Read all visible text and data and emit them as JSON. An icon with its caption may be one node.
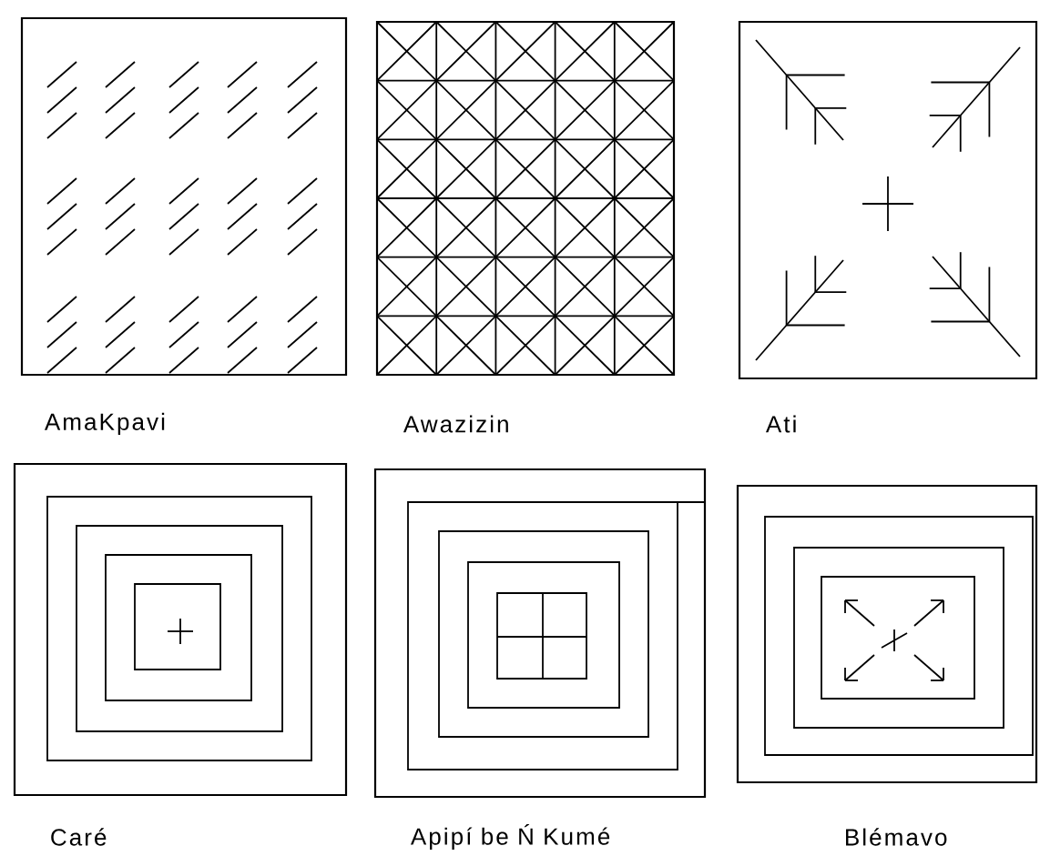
{
  "diagram": {
    "nodes": [
      {
        "text": [
          "AmaKpavi"
        ]
      },
      {
        "text": [
          "Awazizin"
        ]
      },
      {
        "text": [
          "Ati"
        ]
      },
      {
        "text": [
          "Caré"
        ]
      },
      {
        "text": [
          "Apipí be Ń Kumé"
        ]
      },
      {
        "text": [
          "Blémavo"
        ]
      }
    ]
  }
}
